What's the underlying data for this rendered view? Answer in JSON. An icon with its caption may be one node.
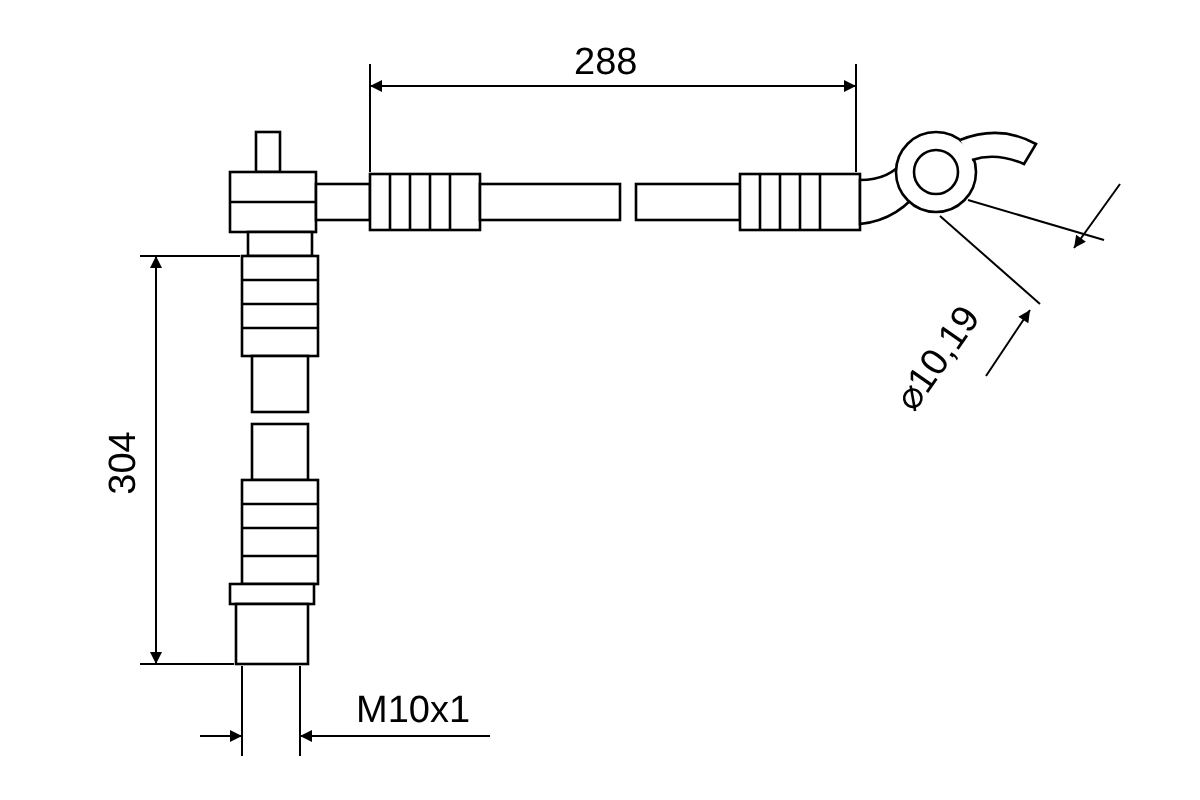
{
  "diagram": {
    "labels": [
      "288",
      "304",
      "⌀10,19",
      "M10x1"
    ]
  }
}
